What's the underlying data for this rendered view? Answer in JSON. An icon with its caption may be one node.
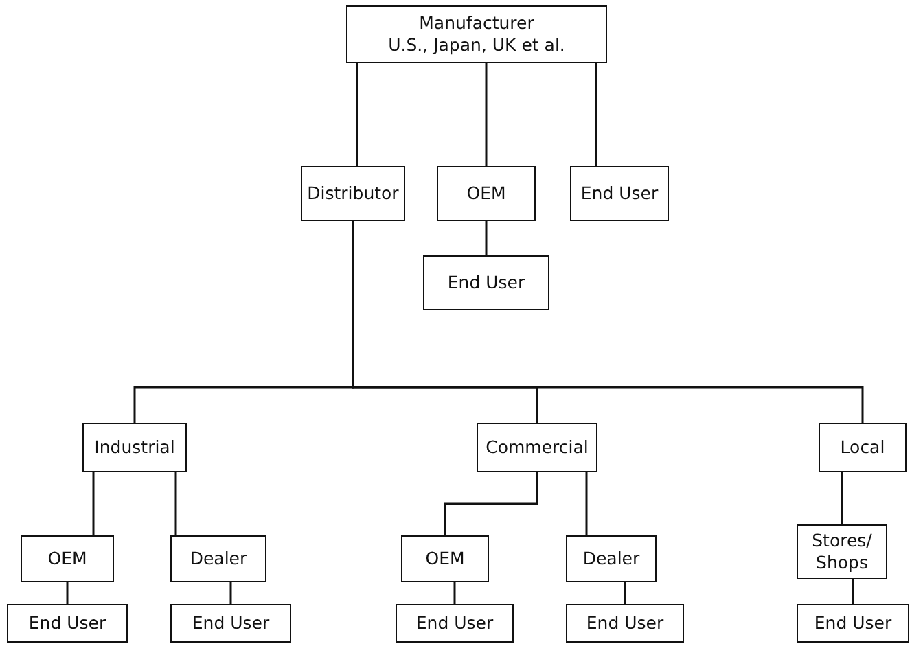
{
  "diagram": {
    "nodes": [
      {
        "text": [
          "Manufacturer",
          "U.S., Japan, UK et al."
        ]
      },
      {
        "text": [
          "Distributor"
        ]
      },
      {
        "text": [
          "OEM"
        ]
      },
      {
        "text": [
          "End User"
        ]
      },
      {
        "text": [
          "End User"
        ]
      },
      {
        "text": [
          "Industrial"
        ]
      },
      {
        "text": [
          "Commercial"
        ]
      },
      {
        "text": [
          "Local"
        ]
      },
      {
        "text": [
          "OEM"
        ]
      },
      {
        "text": [
          "Dealer"
        ]
      },
      {
        "text": [
          "OEM"
        ]
      },
      {
        "text": [
          "Dealer"
        ]
      },
      {
        "text": [
          "Stores/ Shops"
        ]
      },
      {
        "text": [
          "End User"
        ]
      },
      {
        "text": [
          "End User"
        ]
      },
      {
        "text": [
          "End User"
        ]
      },
      {
        "text": [
          "End User"
        ]
      },
      {
        "text": [
          "End User"
        ]
      }
    ],
    "edges": [
      {
        "from": 0,
        "to": 1,
        "arrow": "none"
      },
      {
        "from": 0,
        "to": 2,
        "arrow": "none"
      },
      {
        "from": 0,
        "to": 3,
        "arrow": "none"
      },
      {
        "from": 2,
        "to": 4,
        "arrow": "none"
      },
      {
        "from": 1,
        "to": 5,
        "arrow": "none"
      },
      {
        "from": 1,
        "to": 6,
        "arrow": "none"
      },
      {
        "from": 1,
        "to": 7,
        "arrow": "none"
      },
      {
        "from": 5,
        "to": 8,
        "arrow": "none"
      },
      {
        "from": 5,
        "to": 9,
        "arrow": "none"
      },
      {
        "from": 6,
        "to": 10,
        "arrow": "none"
      },
      {
        "from": 6,
        "to": 11,
        "arrow": "none"
      },
      {
        "from": 7,
        "to": 12,
        "arrow": "none"
      },
      {
        "from": 8,
        "to": 13,
        "arrow": "none"
      },
      {
        "from": 9,
        "to": 14,
        "arrow": "none"
      },
      {
        "from": 10,
        "to": 15,
        "arrow": "none"
      },
      {
        "from": 11,
        "to": 16,
        "arrow": "none"
      },
      {
        "from": 12,
        "to": 17,
        "arrow": "none"
      }
    ]
  }
}
